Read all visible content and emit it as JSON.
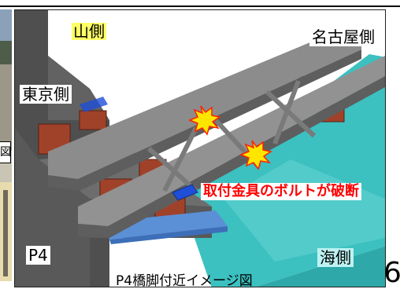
{
  "diagram": {
    "labels": {
      "mountain_side": "山側",
      "nagoya_side": "名古屋側",
      "tokyo_side": "東京側",
      "bolt_fracture": "取付金具のボルトが破断",
      "pier": "P4",
      "sea_side": "海側"
    },
    "caption": "P4橋脚付近イメージ図",
    "left_tag": "図"
  },
  "page_number": "6",
  "colors": {
    "girder": "#8c8c8c",
    "girder_dark": "#5e5e5e",
    "pier": "#575757",
    "water": "#3cc0c0",
    "brick": "#a0422a",
    "fitting": "#1f4fd8",
    "burst": "#ffe600",
    "burst_outline": "#ff2200",
    "highlight_text": "#ff0000"
  }
}
